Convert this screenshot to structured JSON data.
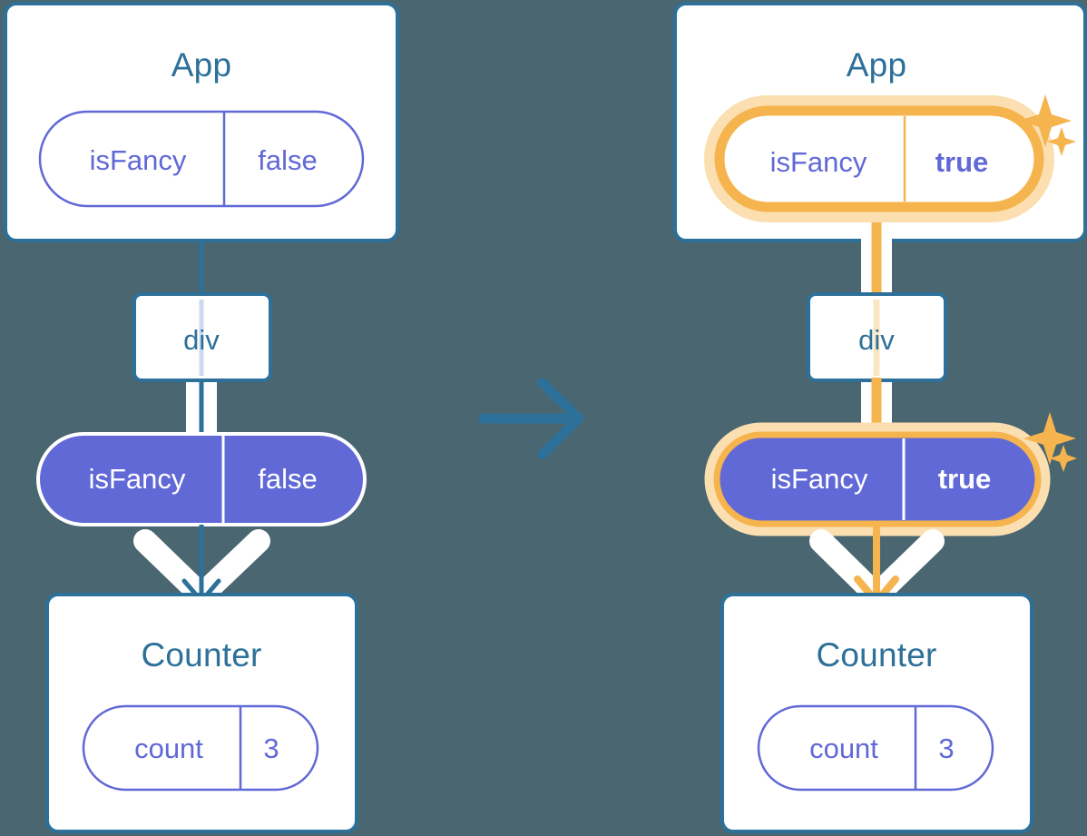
{
  "diagram": {
    "title": "React state propagation before and after isFancy changes",
    "type": "component-tree-transition",
    "background_color": "#4a6670",
    "transition_arrow": {
      "icon": "arrow-right-icon",
      "color": "#2d7099",
      "direction": "right"
    },
    "colors": {
      "box_border": "#2d7099",
      "box_fill": "#ffffff",
      "title_text": "#2d7099",
      "pill_outline_stroke": "#6169d6",
      "pill_outline_text": "#6169d6",
      "pill_filled_fill": "#6169d6",
      "pill_filled_text": "#ffffff",
      "highlight_ring": "#f5b44e",
      "highlight_glow": "#fbdfb0",
      "edge_blue": "#2d7099",
      "edge_white": "#ffffff",
      "sparkle": "#f5b44e"
    }
  },
  "panels": [
    {
      "id": "before",
      "name": "before-panel",
      "app": {
        "name": "App",
        "state": {
          "key": "isFancy",
          "value": "false",
          "highlighted": false,
          "style": "outline"
        }
      },
      "div": {
        "name": "div"
      },
      "prop": {
        "key": "isFancy",
        "value": "false",
        "highlighted": false,
        "style": "filled"
      },
      "counter": {
        "name": "Counter",
        "state": {
          "key": "count",
          "value": "3",
          "highlighted": false,
          "style": "outline"
        }
      },
      "sparkles": false
    },
    {
      "id": "after",
      "name": "after-panel",
      "app": {
        "name": "App",
        "state": {
          "key": "isFancy",
          "value": "true",
          "highlighted": true,
          "style": "outline"
        }
      },
      "div": {
        "name": "div"
      },
      "prop": {
        "key": "isFancy",
        "value": "true",
        "highlighted": true,
        "style": "filled"
      },
      "counter": {
        "name": "Counter",
        "state": {
          "key": "count",
          "value": "3",
          "highlighted": false,
          "style": "outline"
        }
      },
      "sparkles": true
    }
  ]
}
